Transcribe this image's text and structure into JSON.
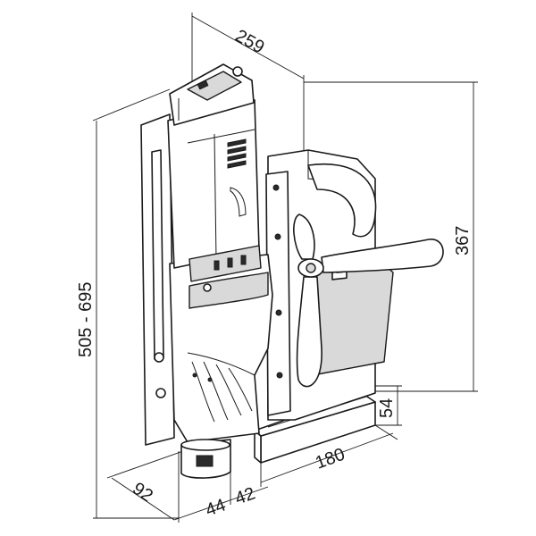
{
  "dimensions": {
    "depth_top": "259",
    "height_right": "367",
    "height_total": "505 - 695",
    "base_height": "54",
    "base_length": "180",
    "bottom_offset": "92",
    "spindle_offset_a": "44",
    "spindle_offset_b": "42"
  }
}
